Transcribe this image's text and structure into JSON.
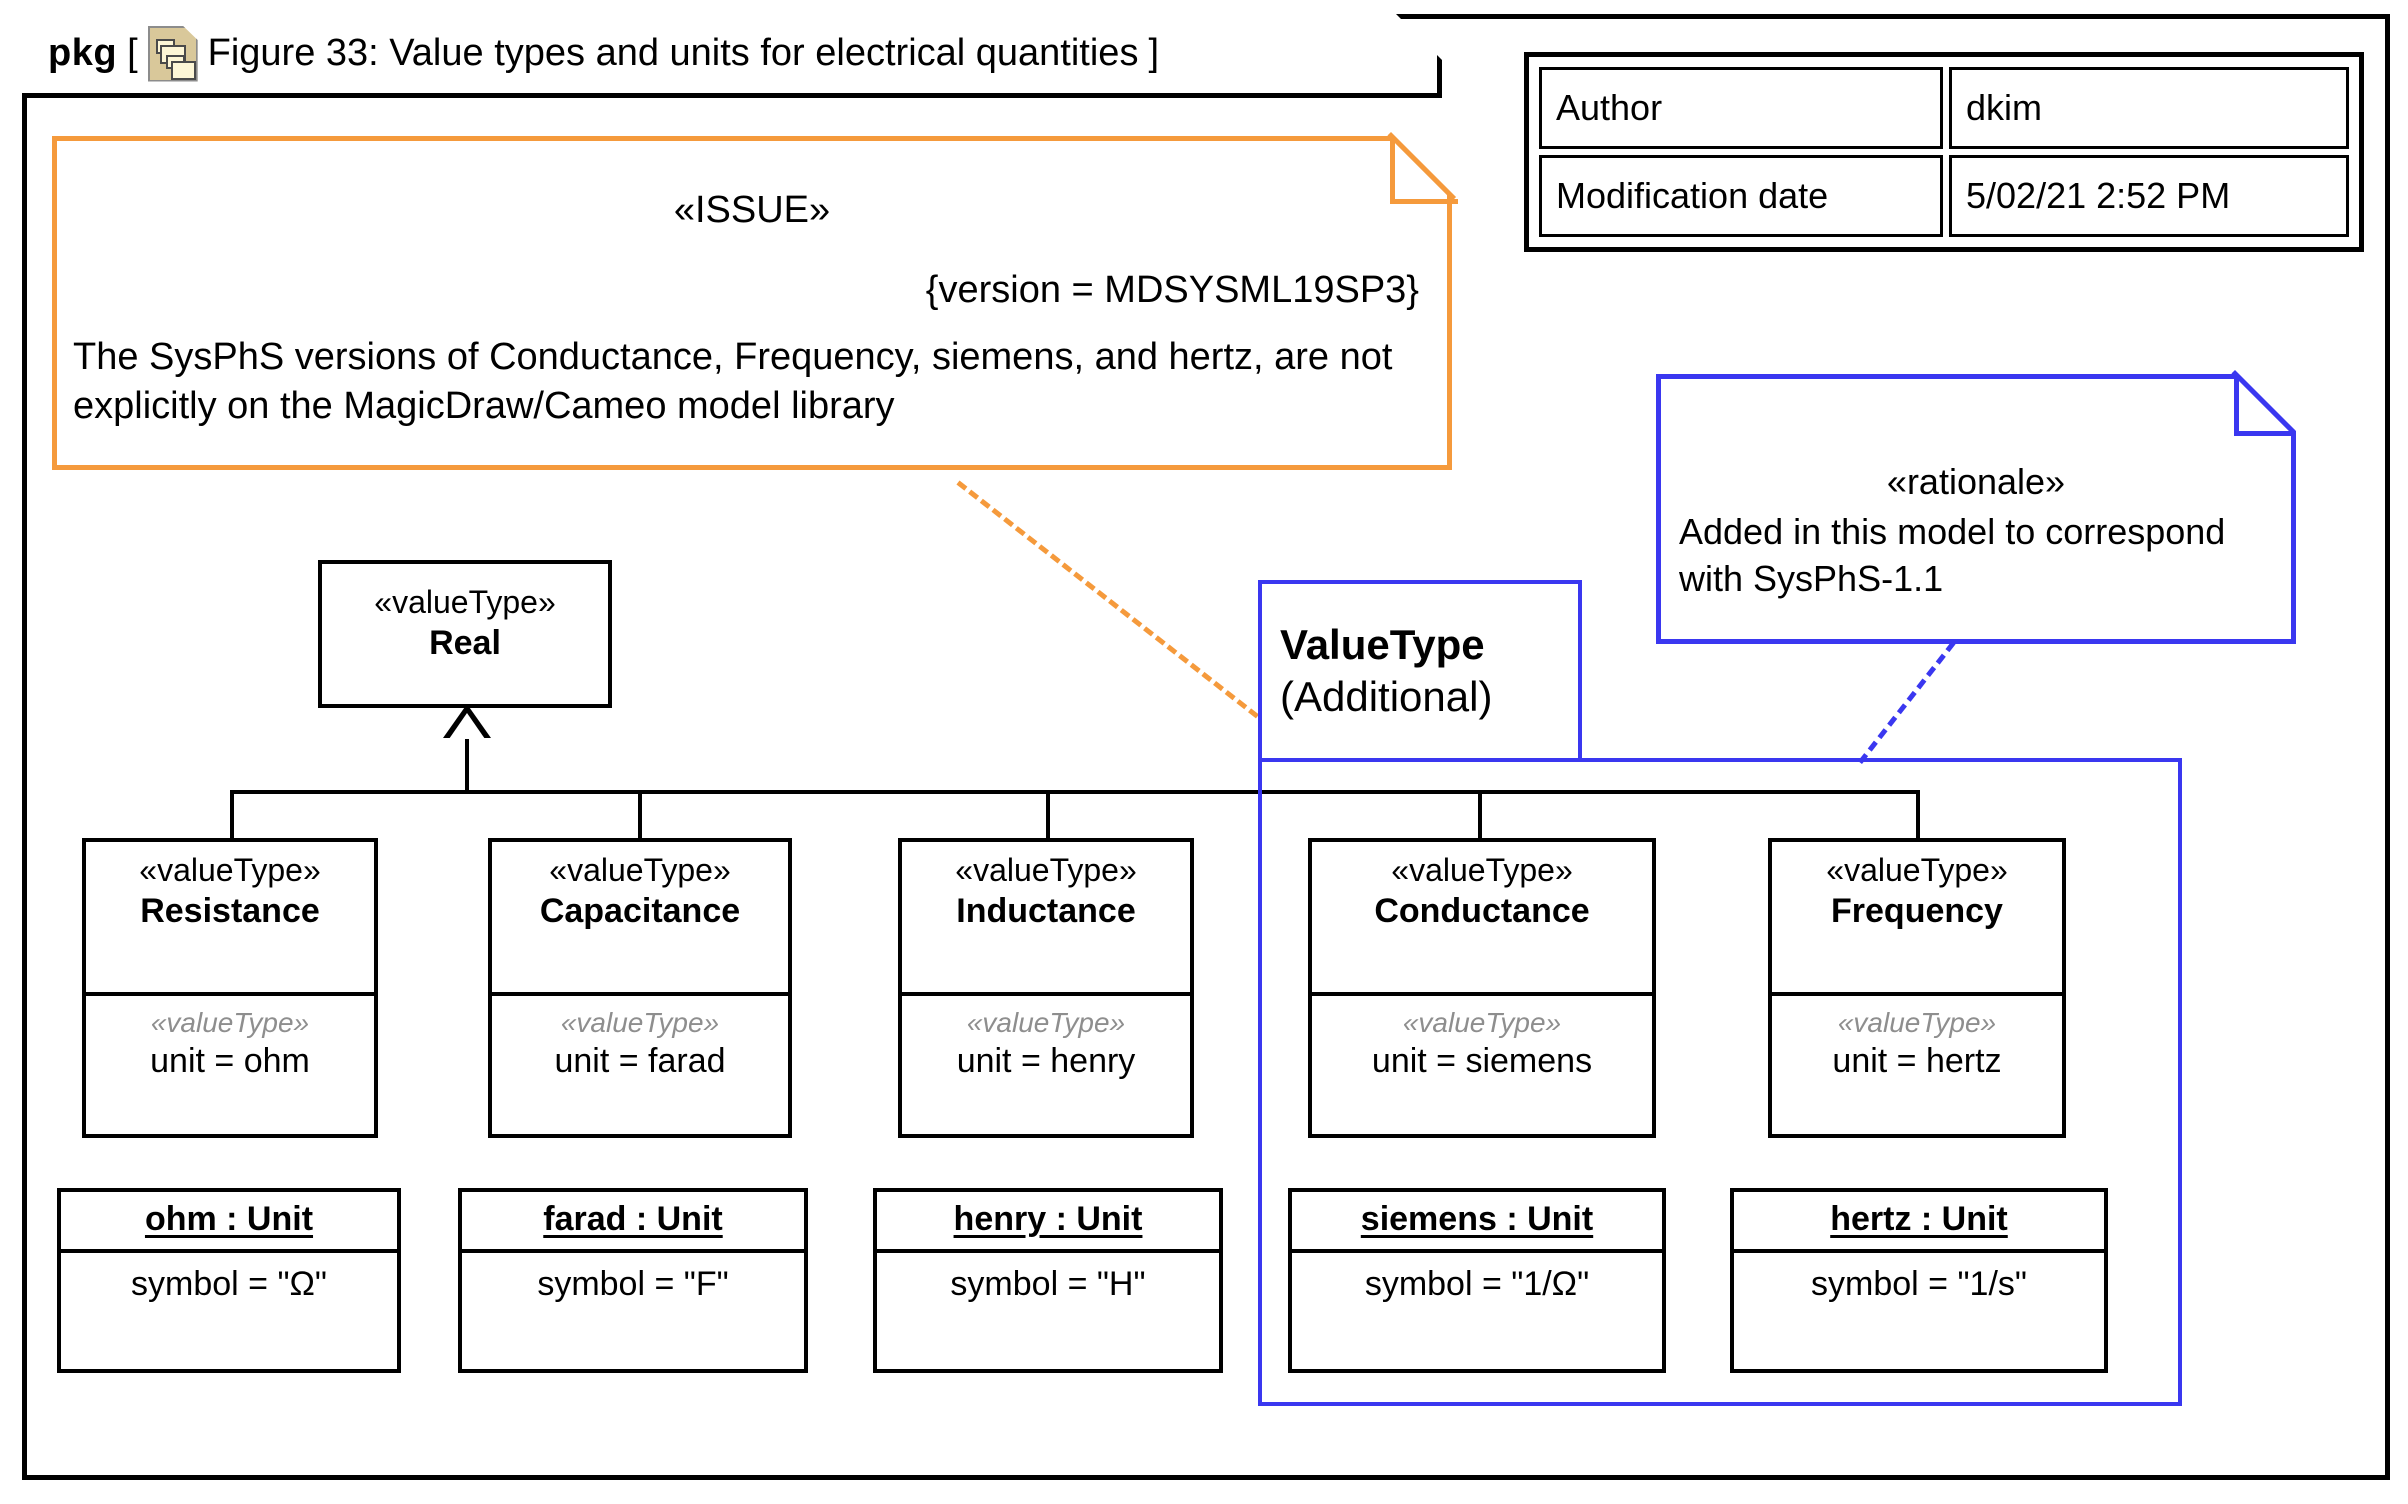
{
  "header": {
    "keyword": "pkg",
    "bracket_open": "[",
    "bracket_close": "]",
    "icon": "package-document-icon",
    "title": "Figure 33: Value types and units for electrical quantities"
  },
  "meta": {
    "rows": [
      {
        "key": "Author",
        "value": "dkim"
      },
      {
        "key": "Modification date",
        "value": "5/02/21 2:52 PM"
      }
    ]
  },
  "issue_note": {
    "stereotype": "«ISSUE»",
    "version": "{version = MDSYSML19SP3}",
    "body": "The SysPhS versions of Conductance, Frequency, siemens, and hertz, are not explicitly on the MagicDraw/Cameo model library",
    "color": "#f59a3c"
  },
  "rationale_note": {
    "stereotype": "«rationale»",
    "body": "Added in this model to correspond with SysPhS-1.1",
    "color": "#3a37f0"
  },
  "container": {
    "title": "ValueType",
    "subtitle": "(Additional)",
    "color": "#3a37f0"
  },
  "root_type": {
    "stereotype": "«valueType»",
    "name": "Real"
  },
  "value_types": [
    {
      "stereotype": "«valueType»",
      "name": "Resistance",
      "attr_stereotype": "«valueType»",
      "attr": "unit = ohm"
    },
    {
      "stereotype": "«valueType»",
      "name": "Capacitance",
      "attr_stereotype": "«valueType»",
      "attr": "unit = farad"
    },
    {
      "stereotype": "«valueType»",
      "name": "Inductance",
      "attr_stereotype": "«valueType»",
      "attr": "unit = henry"
    },
    {
      "stereotype": "«valueType»",
      "name": "Conductance",
      "attr_stereotype": "«valueType»",
      "attr": "unit = siemens"
    },
    {
      "stereotype": "«valueType»",
      "name": "Frequency",
      "attr_stereotype": "«valueType»",
      "attr": "unit = hertz"
    }
  ],
  "units": [
    {
      "name": "ohm : Unit",
      "attr": "symbol = \"Ω\""
    },
    {
      "name": "farad : Unit",
      "attr": "symbol = \"F\""
    },
    {
      "name": "henry : Unit",
      "attr": "symbol = \"H\""
    },
    {
      "name": "siemens : Unit",
      "attr": "symbol = \"1/Ω\""
    },
    {
      "name": "hertz : Unit",
      "attr": "symbol = \"1/s\""
    }
  ]
}
